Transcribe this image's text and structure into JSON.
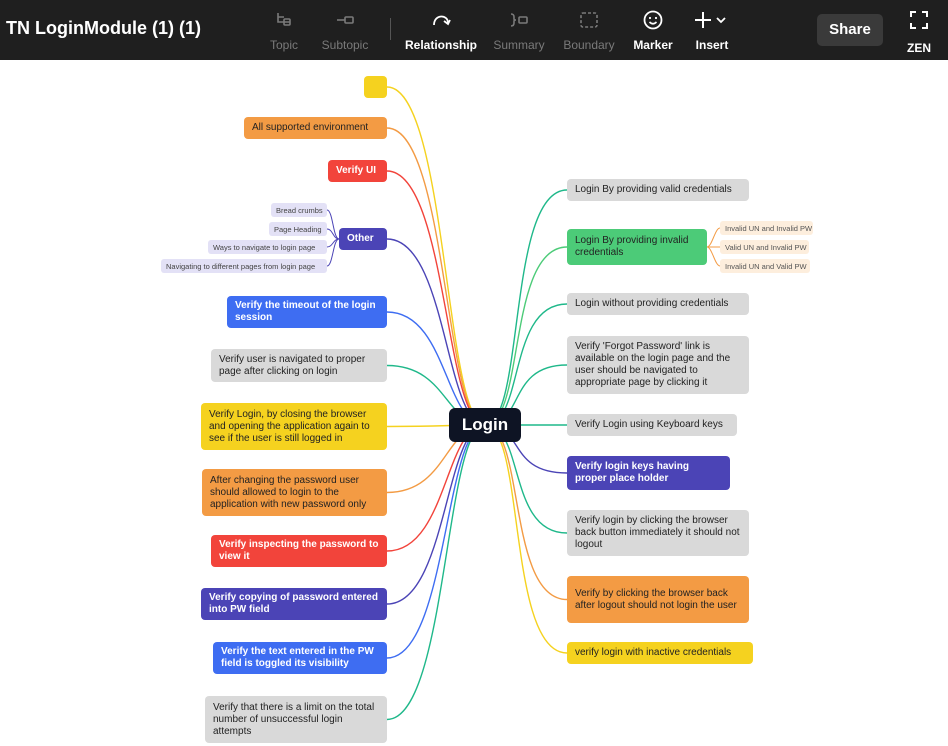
{
  "header": {
    "title": "TN LoginModule (1) (1)",
    "tools": [
      {
        "label": "Topic",
        "icon": "topic-icon",
        "active": false
      },
      {
        "label": "Subtopic",
        "icon": "subtopic-icon",
        "active": false
      },
      {
        "label": "Relationship",
        "icon": "relationship-icon",
        "active": true
      },
      {
        "label": "Summary",
        "icon": "summary-icon",
        "active": false
      },
      {
        "label": "Boundary",
        "icon": "boundary-icon",
        "active": false
      },
      {
        "label": "Marker",
        "icon": "smiley-icon",
        "active": true
      },
      {
        "label": "Insert",
        "icon": "plus-icon",
        "active": true
      }
    ],
    "share_label": "Share",
    "zen_label": "ZEN"
  },
  "mindmap": {
    "center": "Login",
    "left": [
      {
        "text": "",
        "color": "yellow"
      },
      {
        "text": "All supported environment",
        "color": "orange"
      },
      {
        "text": "Verify UI",
        "color": "red"
      },
      {
        "text": "Other",
        "color": "indigo",
        "children": [
          "Bread crumbs",
          "Page Heading",
          "Ways to navigate to login page",
          "Navigating to different pages from login page"
        ]
      },
      {
        "text": "Verify the timeout of the login session",
        "color": "blue"
      },
      {
        "text": "Verify user is navigated to proper page after clicking on login",
        "color": "gray"
      },
      {
        "text": "Verify Login, by closing the browser and opening the application again to see if the user is still logged in",
        "color": "yellow"
      },
      {
        "text": "After changing the password user should allowed to login to the application with new password only",
        "color": "orange"
      },
      {
        "text": "Verify inspecting the password to view it",
        "color": "red"
      },
      {
        "text": "Verify copying of password entered into PW field",
        "color": "indigo"
      },
      {
        "text": "Verify the text entered in the PW field is toggled its visibility",
        "color": "blue"
      },
      {
        "text": "Verify that there is a limit on the total number of unsuccessful login attempts",
        "color": "gray"
      }
    ],
    "right": [
      {
        "text": "Login By providing valid credentials",
        "color": "gray"
      },
      {
        "text": "Login By providing invalid credentials",
        "color": "green",
        "children": [
          "Invalid UN and Invalid PW",
          "Valid UN and Invalid PW",
          "Invalid UN and Valid PW"
        ]
      },
      {
        "text": "Login without providing credentials",
        "color": "gray"
      },
      {
        "text": "Verify 'Forgot Password' link is available on the login page and the user should be navigated to appropriate page by clicking it",
        "color": "gray"
      },
      {
        "text": "Verify Login using Keyboard keys",
        "color": "gray"
      },
      {
        "text": "Verify login keys having proper place holder",
        "color": "indigo"
      },
      {
        "text": "Verify login by clicking the browser back button immediately it should not logout",
        "color": "gray"
      },
      {
        "text": "Verify by clicking the browser back after logout should not login the user",
        "color": "orange"
      },
      {
        "text": "verify login with inactive credentials",
        "color": "yellow"
      }
    ]
  },
  "colors": {
    "yellow": "#f5d21f",
    "orange": "#f39b44",
    "red": "#f2443b",
    "indigo": "#4b44b6",
    "blue": "#3e6df2",
    "gray": "#d9d9d9",
    "green": "#4ccb78",
    "line_yellow": "#f5d21f",
    "line_orange": "#f39b44",
    "line_red": "#f2443b",
    "line_indigo": "#4b44b6",
    "line_blue": "#3e6df2",
    "line_gray": "#1fb88a",
    "line_green": "#4ccb78"
  }
}
